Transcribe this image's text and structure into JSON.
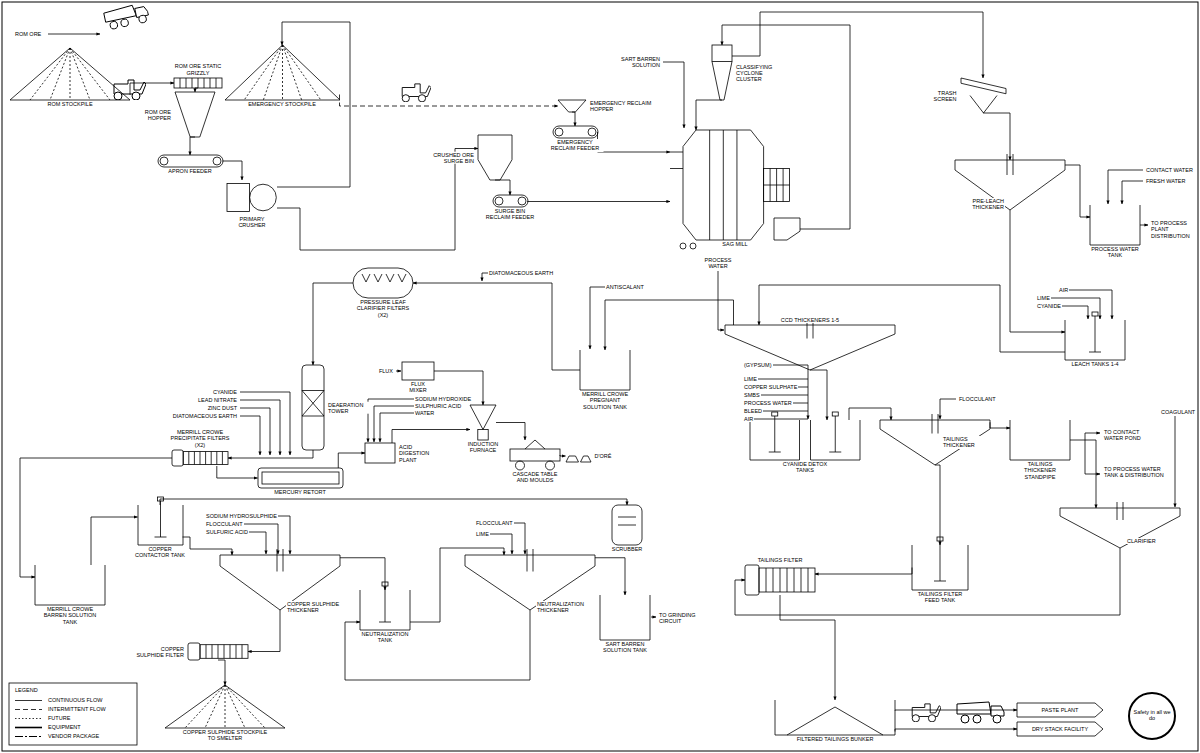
{
  "diagram": {
    "nodes": [
      {
        "text": [
          "ROM STOCKPILE"
        ]
      },
      {
        "text": [
          "ROM ORE STATIC GRIZZLY"
        ]
      },
      {
        "text": [
          "ROM ORE HOPPER"
        ]
      },
      {
        "text": [
          "APRON FEEDER"
        ]
      },
      {
        "text": [
          "PRIMARY CRUSHER"
        ]
      },
      {
        "text": [
          "EMERGENCY STOCKPILE"
        ]
      },
      {
        "text": [
          "SURGE BIN RECLAIM FEEDER"
        ]
      },
      {
        "text": [
          "CRUSHED ORE SURGE BIN"
        ]
      },
      {
        "text": [
          "EMERGENCY RECLAIM HOPPER"
        ]
      },
      {
        "text": [
          "EMERGENCY RECLAIM FEEDER"
        ]
      },
      {
        "text": [
          "CLASSIFYING CYCLONE CLUSTER"
        ]
      },
      {
        "text": [
          "SAG MILL"
        ]
      },
      {
        "text": [
          "TRASH SCREEN"
        ]
      },
      {
        "text": [
          "PRE-LEACH THICKENER"
        ]
      },
      {
        "text": [
          "PROCESS WATER TANK"
        ]
      },
      {
        "text": [
          "LEACH TANKS 1-4"
        ]
      },
      {
        "text": [
          "CCD THICKENERS 1-5"
        ]
      },
      {
        "text": [
          "PRESSURE LEAF CLARIFIER FILTERS (X2)"
        ]
      },
      {
        "text": [
          "MERRILL CROWE PREGNANT SOLUTION TANK"
        ]
      },
      {
        "text": [
          "DEAERATION TOWER"
        ]
      },
      {
        "text": [
          "FLUX MIXER"
        ]
      },
      {
        "text": [
          "ACID DIGESTION PLANT"
        ]
      },
      {
        "text": [
          "INDUCTION FURNACE"
        ]
      },
      {
        "text": [
          "CASCADE TABLE AND MOULDS"
        ]
      },
      {
        "text": [
          "MERRILL CROWE PRECIPITATE FILTERS (X2)"
        ]
      },
      {
        "text": [
          "MERCURY RETORT"
        ]
      },
      {
        "text": [
          "CYANIDE DETOX TANKS"
        ]
      },
      {
        "text": [
          "TAILINGS THICKENER"
        ]
      },
      {
        "text": [
          "TAILINGS THICKENER STANDPIPE"
        ]
      },
      {
        "text": [
          "CLARIFIER"
        ]
      },
      {
        "text": [
          "COPPER CONTACTOR TANK"
        ]
      },
      {
        "text": [
          "SCRUBBER"
        ]
      },
      {
        "text": [
          "MERRILL CROWE BARREN SOLUTION TANK"
        ]
      },
      {
        "text": [
          "COPPER SULPHIDE THICKENER"
        ]
      },
      {
        "text": [
          "NEUTRALIZATION TANK"
        ]
      },
      {
        "text": [
          "NEUTRALIZATION THICKENER"
        ]
      },
      {
        "text": [
          "SART BARREN SOLUTION TANK"
        ]
      },
      {
        "text": [
          "TAILINGS FILTER"
        ]
      },
      {
        "text": [
          "TAILINGS FILTER FEED TANK"
        ]
      },
      {
        "text": [
          "COPPER SULPHIDE FILTER"
        ]
      },
      {
        "text": [
          "COPPER SULPHIDE STOCKPILE TO SMELTER"
        ]
      },
      {
        "text": [
          "FILTERED TAILINGS BUNKER"
        ]
      },
      {
        "text": [
          "PASTE PLANT"
        ]
      },
      {
        "text": [
          "DRY STACK FACILITY"
        ]
      },
      {
        "text": [
          "D'ORÉ"
        ]
      }
    ],
    "edges": [
      {
        "from": 0,
        "to": 1,
        "arrow": "to"
      },
      {
        "from": 1,
        "to": 2,
        "arrow": "to"
      },
      {
        "from": 2,
        "to": 3,
        "arrow": "to"
      },
      {
        "from": 3,
        "to": 4,
        "arrow": "to"
      },
      {
        "from": 4,
        "to": 7,
        "arrow": "to"
      },
      {
        "from": 4,
        "to": 5,
        "arrow": "to"
      },
      {
        "from": 5,
        "to": 8,
        "arrow": "to"
      },
      {
        "from": 8,
        "to": 9,
        "arrow": "to"
      },
      {
        "from": 9,
        "to": 11,
        "arrow": "to"
      },
      {
        "from": 7,
        "to": 6,
        "arrow": "to"
      },
      {
        "from": 6,
        "to": 11,
        "arrow": "to"
      },
      {
        "from": 11,
        "to": 10,
        "arrow": "to"
      },
      {
        "from": 10,
        "to": 11,
        "arrow": "to"
      },
      {
        "from": 10,
        "to": 12,
        "arrow": "to"
      },
      {
        "from": 12,
        "to": 13,
        "arrow": "to"
      },
      {
        "from": 13,
        "to": 15,
        "arrow": "to"
      },
      {
        "from": 13,
        "to": 14,
        "arrow": "to"
      },
      {
        "from": 15,
        "to": 16,
        "arrow": "to"
      },
      {
        "from": 16,
        "to": 18,
        "arrow": "to"
      },
      {
        "from": 18,
        "to": 17,
        "arrow": "to"
      },
      {
        "from": 17,
        "to": 19,
        "arrow": "to"
      },
      {
        "from": 19,
        "to": 24,
        "arrow": "to"
      },
      {
        "from": 24,
        "to": 25,
        "arrow": "to"
      },
      {
        "from": 24,
        "to": 32,
        "arrow": "to"
      },
      {
        "from": 25,
        "to": 21,
        "arrow": "to"
      },
      {
        "from": 21,
        "to": 22,
        "arrow": "to"
      },
      {
        "from": 20,
        "to": 22,
        "arrow": "to"
      },
      {
        "from": 22,
        "to": 23,
        "arrow": "to"
      },
      {
        "from": 23,
        "to": 44,
        "arrow": "to"
      },
      {
        "from": 30,
        "to": 31,
        "arrow": "to"
      },
      {
        "from": 32,
        "to": 30,
        "arrow": "to"
      },
      {
        "from": 30,
        "to": 33,
        "arrow": "to"
      },
      {
        "from": 33,
        "to": 39,
        "arrow": "to"
      },
      {
        "from": 33,
        "to": 34,
        "arrow": "to"
      },
      {
        "from": 34,
        "to": 35,
        "arrow": "to"
      },
      {
        "from": 35,
        "to": 36,
        "arrow": "to"
      },
      {
        "from": 35,
        "to": 34,
        "arrow": "to"
      },
      {
        "from": 39,
        "to": 40,
        "arrow": "to"
      },
      {
        "from": 16,
        "to": 26,
        "arrow": "to"
      },
      {
        "from": 26,
        "to": 27,
        "arrow": "to"
      },
      {
        "from": 27,
        "to": 28,
        "arrow": "to"
      },
      {
        "from": 27,
        "to": 38,
        "arrow": "to"
      },
      {
        "from": 38,
        "to": 37,
        "arrow": "to"
      },
      {
        "from": 37,
        "to": 41,
        "arrow": "to"
      },
      {
        "from": 29,
        "to": 37,
        "arrow": "to"
      },
      {
        "from": 28,
        "to": 29,
        "arrow": "to"
      },
      {
        "from": 41,
        "to": 42,
        "arrow": "to"
      },
      {
        "from": 41,
        "to": 43,
        "arrow": "to"
      }
    ],
    "labels": [
      "ROM ORE",
      "SART BARREN SOLUTION",
      "CONTACT WATER",
      "FRESH WATER",
      "TO PROCESS PLANT DISTRIBUTION",
      "AIR",
      "LIME",
      "CYANIDE",
      "PROCESS WATER",
      "DIATOMACEOUS EARTH",
      "ANTISCALANT",
      "FLUX",
      "SODIUM HYDROXIDE",
      "SULPHURIC ACID",
      "WATER",
      "CYANIDE",
      "LEAD NITRATE",
      "ZINC DUST",
      "DIATOMACEOUS EARTH",
      "(GYPSUM)",
      "LIME",
      "COPPER SULPHATE",
      "SMBS",
      "PROCESS WATER",
      "BLEED",
      "AIR",
      "FLOCCULANT",
      "COAGULANT",
      "TO CONTACT WATER POND",
      "TO PROCESS WATER TANK & DISTRIBUTION",
      "SODIUM HYDROSULPHIDE",
      "FLOCCULANT",
      "SULFURIC ACID",
      "FLOCCULANT",
      "LIME",
      "TO GRINDING CIRCUIT",
      "LEGEND",
      "Safety in all we do"
    ],
    "legend": [
      {
        "text": "CONTINUOUS FLOW"
      },
      {
        "text": "INTERMITTENT FLOW"
      },
      {
        "text": "FUTURE"
      },
      {
        "text": "EQUIPMENT"
      },
      {
        "text": "VENDOR PACKAGE"
      }
    ]
  }
}
